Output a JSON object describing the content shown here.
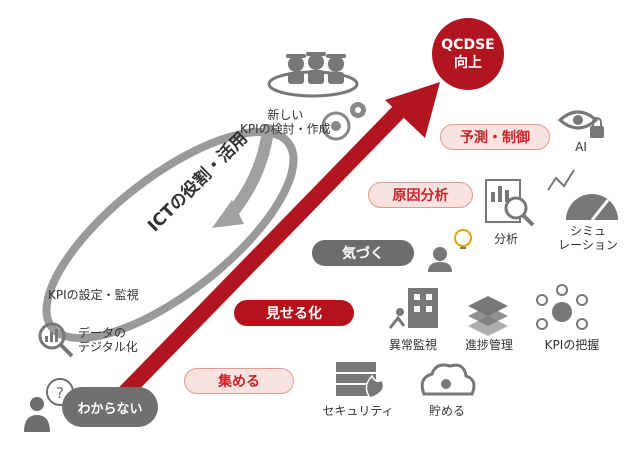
{
  "goal": {
    "line1": "QCDSE",
    "line2": "向上"
  },
  "start_label": "わからない",
  "cycle": {
    "title": "ICTの役割・活用",
    "label_new_kpi_line1": "新しい",
    "label_new_kpi_line2": "KPIの検討・作成",
    "label_kpi_setting": "KPIの設定・監視",
    "label_digital_line1": "データの",
    "label_digital_line2": "デジタル化"
  },
  "stages": {
    "predict": "予測・制御",
    "cause": "原因分析",
    "notice": "気づく",
    "visualize": "見せる化",
    "collect": "集める"
  },
  "tools": {
    "ai": "AI",
    "analysis": "分析",
    "simulation_line1": "シミュ",
    "simulation_line2": "レーション",
    "anomaly": "異常監視",
    "progress": "進捗管理",
    "kpi_grasp": "KPIの把握",
    "security": "セキュリティ",
    "store": "貯める"
  },
  "colors": {
    "primary_red": "#b11520",
    "pink_fill": "#f8e3e0",
    "gray": "#6d6d6d"
  }
}
